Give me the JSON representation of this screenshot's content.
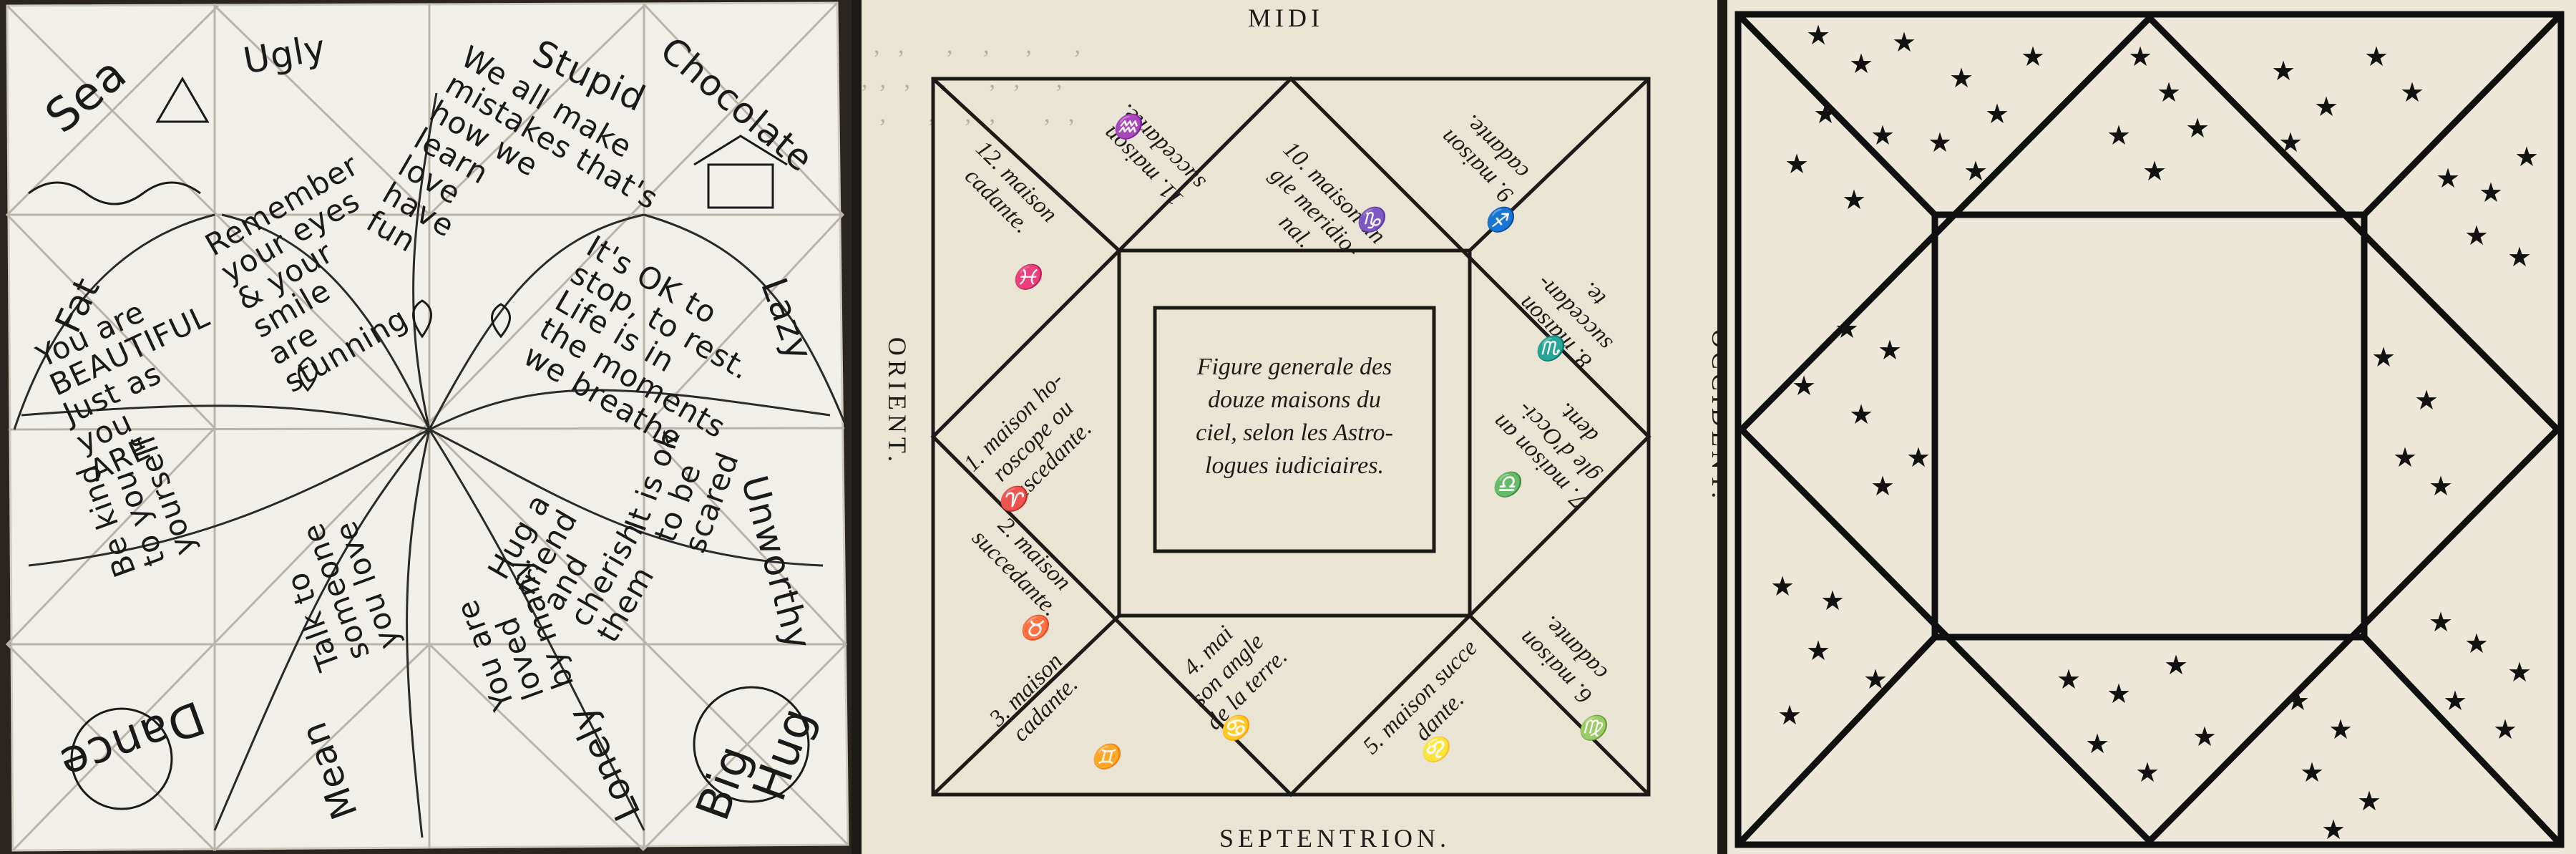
{
  "panel1": {
    "outer_words": [
      "Sea",
      "Ugly",
      "Stupid",
      "Chocolate",
      "Fat",
      "Lazy",
      "Unworthy",
      "Hug",
      "Dance",
      "Mean",
      "Lonely",
      "Big"
    ],
    "flap_messages": [
      "Remember\nyour eyes\n& your\nsmile\nare\nstunning",
      "We all make\nmistakes that's\nhow we\nlearn\nlove\nhave\nfun",
      "It's OK to\nstop, to rest.\nLife is in\nthe moments\nwe breathe",
      "You are\nBEAUTIFUL\nJust as\nyou\nARE",
      "It is ok\nto be\nscared",
      "Hug a\nfriend\nand\ncherish\nthem",
      "You are\nloved\nby many",
      "Talk to\nsomeone\nyou love",
      "Be kind\nto you\nyourself"
    ]
  },
  "panel2": {
    "top": "MIDI",
    "bottom": "SEPTENTRION.",
    "left": "ORIENT.",
    "right": "OCCIDENT.",
    "center": "Figure generale des\ndouze maisons du\nciel, selon les Astro-\nlogues iudiciaires.",
    "houses": [
      "1. maison ho-\nroscope ou\nascedante.",
      "2. maison\nsuccedante.",
      "3. maison\ncadante.",
      "4. mai\nson angle\nde la terre.",
      "5. maison succe\ndante.",
      "6. maison\ncadante.",
      "7. maison an\ngle d'Occi-\ndent.",
      "8. maison\nsuccedan-\nte.",
      "9. maison\ncadante.",
      "10. maison an\ngle meridio-\nnal.",
      "11. maison\nsuccedante.",
      "12. maison\ncadante."
    ],
    "symbols": [
      "♈",
      "♉",
      "♊",
      "♋",
      "♌",
      "♍",
      "♎",
      "♏",
      "♐",
      "♑",
      "♒",
      "♓"
    ]
  },
  "panel3": {
    "stars": "★"
  }
}
